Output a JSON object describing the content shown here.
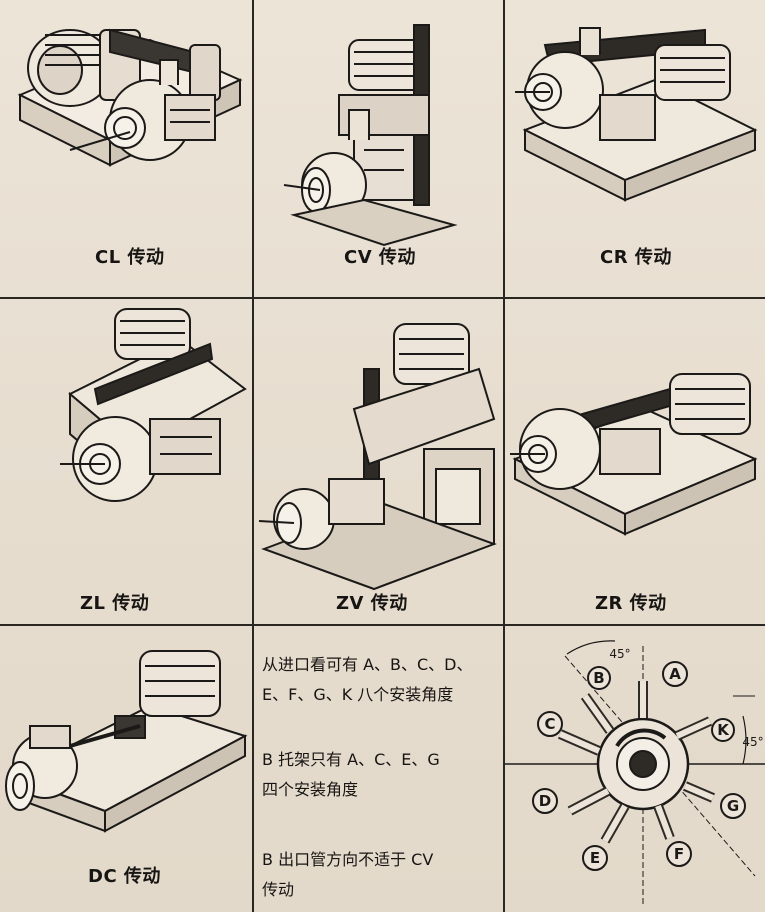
{
  "drives": {
    "cl": "CL 传动",
    "cv": "CV 传动",
    "cr": "CR 传动",
    "zl": "ZL 传动",
    "zv": "ZV 传动",
    "zr": "ZR 传动",
    "dc": "DC 传动"
  },
  "notes": {
    "line1": "从进口看可有 A、B、C、D、",
    "line2": "E、F、G、K 八个安装角度",
    "line3": "B 托架只有 A、C、E、G",
    "line4": "四个安装角度",
    "line5": "B 出口管方向不适于 CV",
    "line6": "传动"
  },
  "angle_diagram": {
    "angle_top": "45°",
    "angle_right": "45°",
    "positions": [
      "A",
      "B",
      "C",
      "D",
      "E",
      "F",
      "G",
      "K"
    ]
  }
}
